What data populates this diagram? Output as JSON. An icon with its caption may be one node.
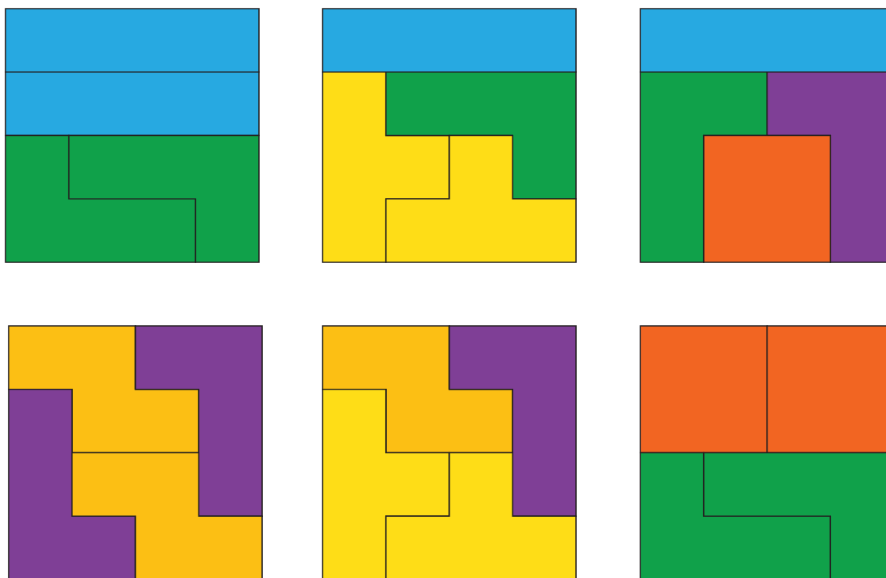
{
  "diagram": {
    "nodes": [
      {
        "text": [],
        "shape": "tetromino"
      },
      {
        "text": [],
        "shape": "tetromino"
      },
      {
        "text": [],
        "shape": "tetromino"
      },
      {
        "text": [],
        "shape": "tetromino"
      },
      {
        "text": [],
        "shape": "tetromino"
      },
      {
        "text": [],
        "shape": "tetromino"
      },
      {
        "text": [],
        "shape": "tetromino"
      },
      {
        "text": [],
        "shape": "tetromino"
      },
      {
        "text": [],
        "shape": "tetromino"
      },
      {
        "text": [],
        "shape": "tetromino"
      },
      {
        "text": [],
        "shape": "tetromino"
      },
      {
        "text": [],
        "shape": "tetromino"
      },
      {
        "text": [],
        "shape": "tetromino"
      },
      {
        "text": [],
        "shape": "tetromino"
      },
      {
        "text": [],
        "shape": "tetromino"
      },
      {
        "text": [],
        "shape": "tetromino"
      },
      {
        "text": [],
        "shape": "tetromino"
      },
      {
        "text": [],
        "shape": "tetromino"
      },
      {
        "text": [],
        "shape": "tetromino"
      },
      {
        "text": [],
        "shape": "tetromino"
      },
      {
        "text": [],
        "shape": "tetromino"
      },
      {
        "text": [],
        "shape": "tetromino"
      },
      {
        "text": [],
        "shape": "tetromino"
      },
      {
        "text": [],
        "shape": "tetromino"
      }
    ]
  }
}
